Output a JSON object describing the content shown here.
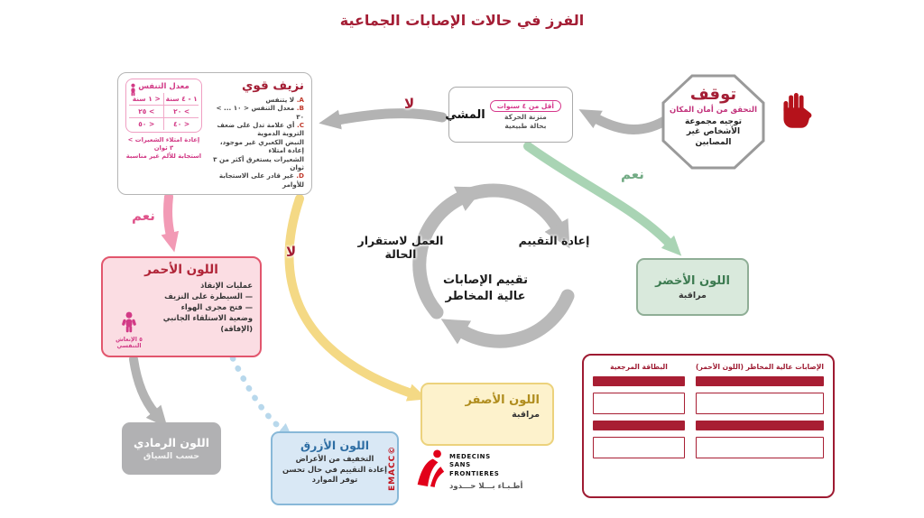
{
  "page_title": "الفرز في حالات الإصابات الجماعية",
  "colors": {
    "dark_red": "#9e1b32",
    "magenta": "#d23a86",
    "hand_red": "#b5121b",
    "arrow_gray": "#b3b3b3",
    "arrow_green": "#a9d4b4",
    "arrow_pink": "#f29ab5",
    "arrow_yellow": "#f4d985",
    "arrow_blue": "#b8d8ec",
    "red_box_border": "#e2566d",
    "green_box_border": "#8fae96",
    "yellow_box_border": "#ecd27c",
    "blue_box_border": "#88b8d8"
  },
  "stop_octagon": {
    "title": "توقف",
    "check": "التحقق من أمان المكان",
    "body_l1": "توجيه مجموعة",
    "body_l2": "الأشخاص غير",
    "body_l3": "المصابين"
  },
  "walk_box": {
    "age_badge": "أقل من ٤ سنوات",
    "title": "المشي",
    "l1": "متزنة الحركة",
    "l2": "بحالة طبيعية"
  },
  "edge_labels": {
    "no_walk": "لا",
    "yes_walk": "نعم",
    "yes_bleed": "نعم",
    "no_bleed": "لا"
  },
  "bleeding_box": {
    "title": "نزيف قوي",
    "resp_label": "معدل التنفس",
    "table": {
      "col_right": "١ - ٤ سنة",
      "col_left": "< ١ سنة",
      "r1_right": "> ٢٠",
      "r1_left": "> ٢٥",
      "r2_right": "< ٤٠",
      "r2_left": "< ٥٠"
    },
    "items": [
      {
        "letter": "A.",
        "text": "لا يتنفس"
      },
      {
        "letter": "B.",
        "text": "معدل التنفس < ١٠ ... > ٣٠"
      },
      {
        "letter": "C.",
        "text": "أي علامة تدل على ضعف التروية الدموية"
      },
      {
        "letter": "",
        "text": "النبض الكعبري غير موجود، إعادة امتلاء"
      },
      {
        "letter": "",
        "text": "الشعيرات يستغرق أكثر من ٣ ثوان"
      },
      {
        "letter": "D.",
        "text": "غير قادر على الاستجابة للأوامر"
      }
    ],
    "footnote_l1": "إعادة امتلاء الشعيرات > ٣ ثوان",
    "footnote_l2": "استجابة للألم غير مناسبة"
  },
  "red_box": {
    "title": "اللون الأحمر",
    "lines": [
      "عمليات الإنقاذ",
      "— السيطرة على النزيف",
      "— فتح مجرى الهواء",
      "وضعية الاستلقاء الجانبي",
      "(الإفاقة)"
    ],
    "resus_count": "٥",
    "resus_l1": "الإنعاش",
    "resus_l2": "التنفسي"
  },
  "gray_box": {
    "title": "اللون الرمادي",
    "subtitle": "حسب السياق"
  },
  "green_box": {
    "title": "اللون الأخضر",
    "subtitle": "مراقبة"
  },
  "yellow_box": {
    "title": "اللون الأصفر",
    "subtitle": "مراقبة"
  },
  "blue_box": {
    "title": "اللون الأزرق",
    "l1": "التخفيف من الأعراض",
    "l2": "إعادة التقييم في حال تحسن",
    "l3": "توفر الموارد"
  },
  "cycle": {
    "left": "العمل لاستقرار الحالة",
    "right": "إعادة التقييم",
    "bottom_l1": "تقييم الإصابات",
    "bottom_l2": "عالية المخاطر"
  },
  "reference_card": {
    "header_right": "الإصابات عالية المخاطر (اللون الأحمر)",
    "header_left": "البطاقة المرجعية"
  },
  "msf": {
    "emacc": "EMACC©",
    "name_l1": "MEDECINS",
    "name_l2": "SANS FRONTIERES",
    "arabic": "أطـبـاء بـــلا حـــدود"
  }
}
